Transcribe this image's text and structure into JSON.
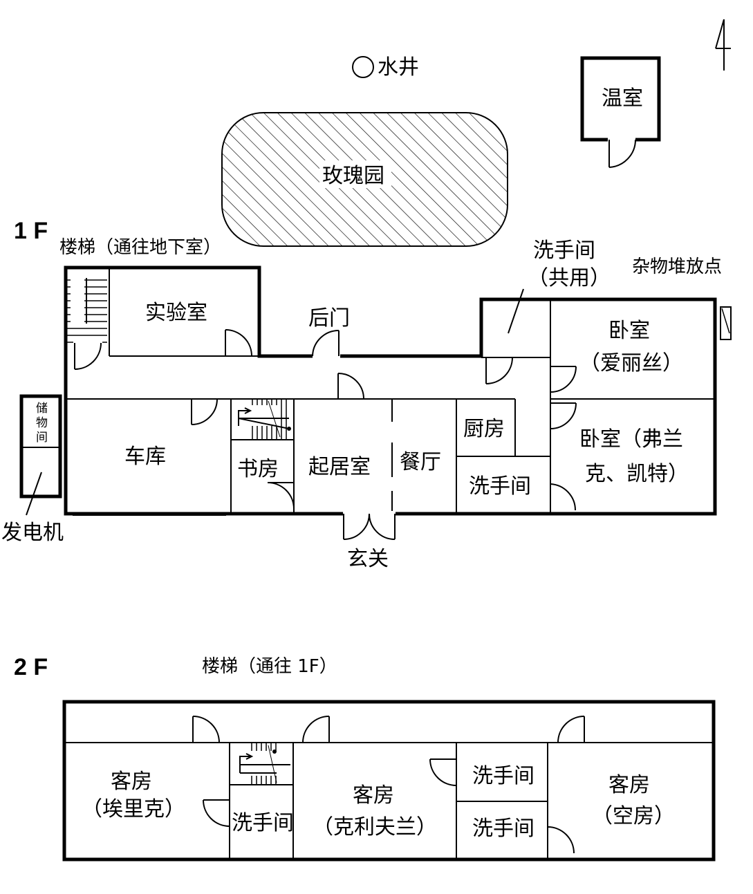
{
  "compass": {
    "icon": "north-arrow-icon"
  },
  "exterior": {
    "well": "水井",
    "greenhouse": "温室",
    "rose_garden": "玫瑰园",
    "storage_point": "杂物堆放点"
  },
  "floor1": {
    "label": "1 F",
    "stairs_label": "楼梯（通往地下室）",
    "rooms": {
      "lab": "实验室",
      "back_door": "后门",
      "shared_wc_line1": "洗手间",
      "shared_wc_line2": "（共用）",
      "bedroom_alice_line1": "卧室",
      "bedroom_alice_line2": "（爱丽丝）",
      "storage_room": [
        "储",
        "物",
        "间"
      ],
      "generator": "发电机",
      "garage": "车库",
      "study": "书房",
      "living_room": "起居室",
      "dining_room": "餐厅",
      "kitchen": "厨房",
      "wc": "洗手间",
      "bedroom_fk_line1": "卧室（弗兰",
      "bedroom_fk_line2": "克、凯特）",
      "entrance": "玄关"
    }
  },
  "floor2": {
    "label": "2 F",
    "stairs_label": "楼梯（通往 1F）",
    "rooms": {
      "guest_eric_line1": "客房",
      "guest_eric_line2": "（埃里克）",
      "wc_left": "洗手间",
      "guest_cleveland_line1": "客房",
      "guest_cleveland_line2": "（克利夫兰）",
      "wc_mid_top": "洗手间",
      "wc_mid_bottom": "洗手间",
      "guest_empty_line1": "客房",
      "guest_empty_line2": "（空房）"
    }
  }
}
